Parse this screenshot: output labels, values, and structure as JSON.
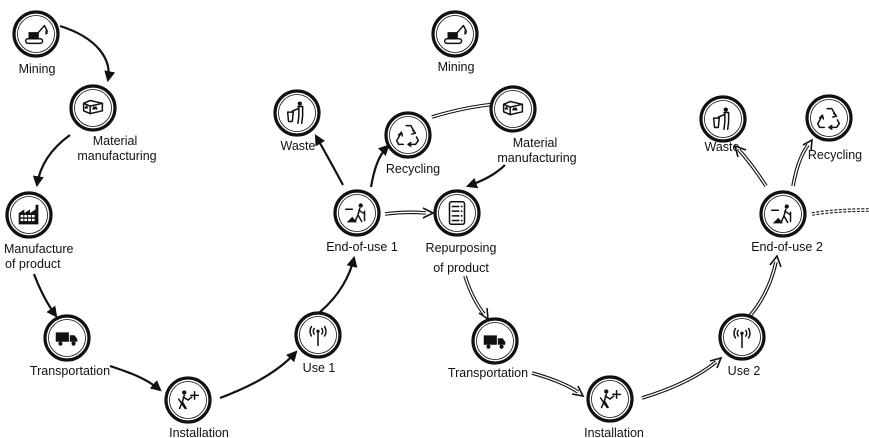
{
  "colors": {
    "ink": "#111111",
    "background": "#ffffff"
  },
  "cycle1": {
    "mining": "Mining",
    "material_line1": "Material",
    "material_line2": "manufacturing",
    "manufacture_line1": "Manufacture",
    "manufacture_line2": "of product",
    "transportation": "Transportation",
    "installation": "Installation",
    "use": "Use 1",
    "end_of_use": "End-of-use 1",
    "waste": "Waste",
    "recycling": "Recycling"
  },
  "cycle2": {
    "mining": "Mining",
    "material_line1": "Material",
    "material_line2": "manufacturing",
    "repurposing_line1": "Repurposing",
    "repurposing_line2": "of product",
    "transportation": "Transportation",
    "installation": "Installation",
    "use": "Use 2",
    "end_of_use": "End-of-use 2",
    "waste": "Waste",
    "recycling": "Recycling"
  },
  "icons": {
    "mining": "excavator-icon",
    "material": "factory-building-icon",
    "manufacture": "factory-icon",
    "transportation": "truck-icon",
    "installation": "worker-plus-icon",
    "use": "antenna-icon",
    "end_of_use": "worker-minus-icon",
    "waste": "person-bin-icon",
    "recycling": "recycling-icon",
    "repurposing": "checklist-icon"
  }
}
